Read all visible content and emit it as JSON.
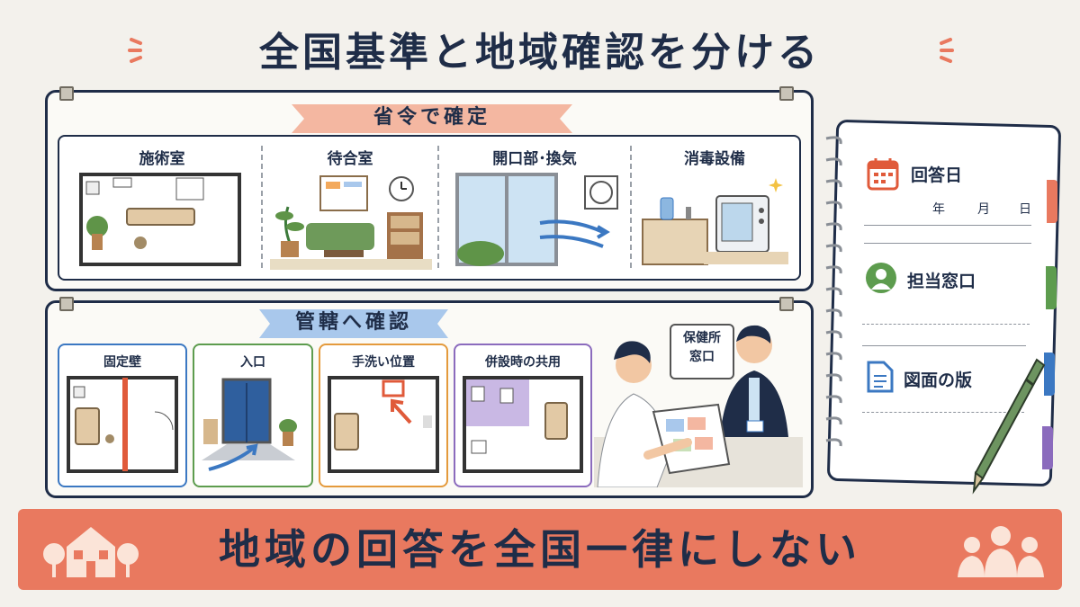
{
  "title": "全国基準と地域確認を分ける",
  "top_section": {
    "ribbon_label": "省令で確定",
    "columns": [
      {
        "label": "施術室"
      },
      {
        "label": "待合室"
      },
      {
        "label": "開口部･換気"
      },
      {
        "label": "消毒設備"
      }
    ]
  },
  "bottom_section": {
    "ribbon_label": "管轄へ確認",
    "cards": [
      {
        "label": "固定壁",
        "color": "#3b78c2"
      },
      {
        "label": "入口",
        "color": "#5d9c4e"
      },
      {
        "label": "手洗い位置",
        "color": "#e49a3c"
      },
      {
        "label": "併設時の共用",
        "color": "#8b6bbd"
      }
    ],
    "office_sign": [
      "保健所",
      "窓口"
    ]
  },
  "notebook": {
    "answer_date_label": "回答日",
    "date_fields": [
      "年",
      "月",
      "日"
    ],
    "contact_label": "担当窓口",
    "drawing_version_label": "図面の版"
  },
  "banner_text": "地域の回答を全国一律にしない",
  "colors": {
    "navy": "#1f2d48",
    "banner": "#e9795f",
    "ribbon_top": "#f4b7a1",
    "ribbon_bottom": "#a9c8ec",
    "accent_blue": "#3b78c2",
    "accent_green": "#5d9c4e",
    "accent_orange": "#e49a3c",
    "accent_purple": "#8b6bbd"
  },
  "icons": [
    "sparkle-icon",
    "calendar-icon",
    "person-icon",
    "document-icon",
    "house-icon",
    "people-icon",
    "pen-icon",
    "fan-icon",
    "clock-icon"
  ]
}
